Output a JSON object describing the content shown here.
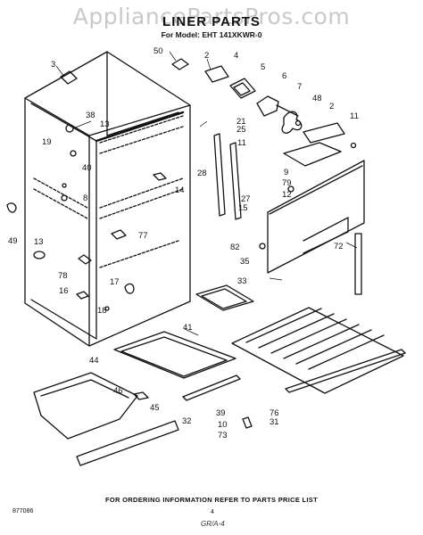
{
  "watermark": "AppliancePartsPros.com",
  "title": "LINER PARTS",
  "subtitle": "For Model: EHT 141XKWR-0",
  "footer_note": "FOR ORDERING INFORMATION REFER TO PARTS PRICE LIST",
  "doc_code": "877086",
  "page_number": "4",
  "signature": "GR/A-4",
  "callouts": [
    "3",
    "50",
    "2",
    "4",
    "5",
    "6",
    "7",
    "48",
    "2",
    "11",
    "38",
    "13",
    "21",
    "25",
    "19",
    "40",
    "8",
    "14",
    "28",
    "11",
    "9",
    "79",
    "12",
    "27",
    "15",
    "49",
    "13",
    "77",
    "82",
    "72",
    "35",
    "78",
    "17",
    "33",
    "16",
    "18",
    "41",
    "44",
    "46",
    "45",
    "32",
    "39",
    "10",
    "76",
    "31",
    "73"
  ]
}
